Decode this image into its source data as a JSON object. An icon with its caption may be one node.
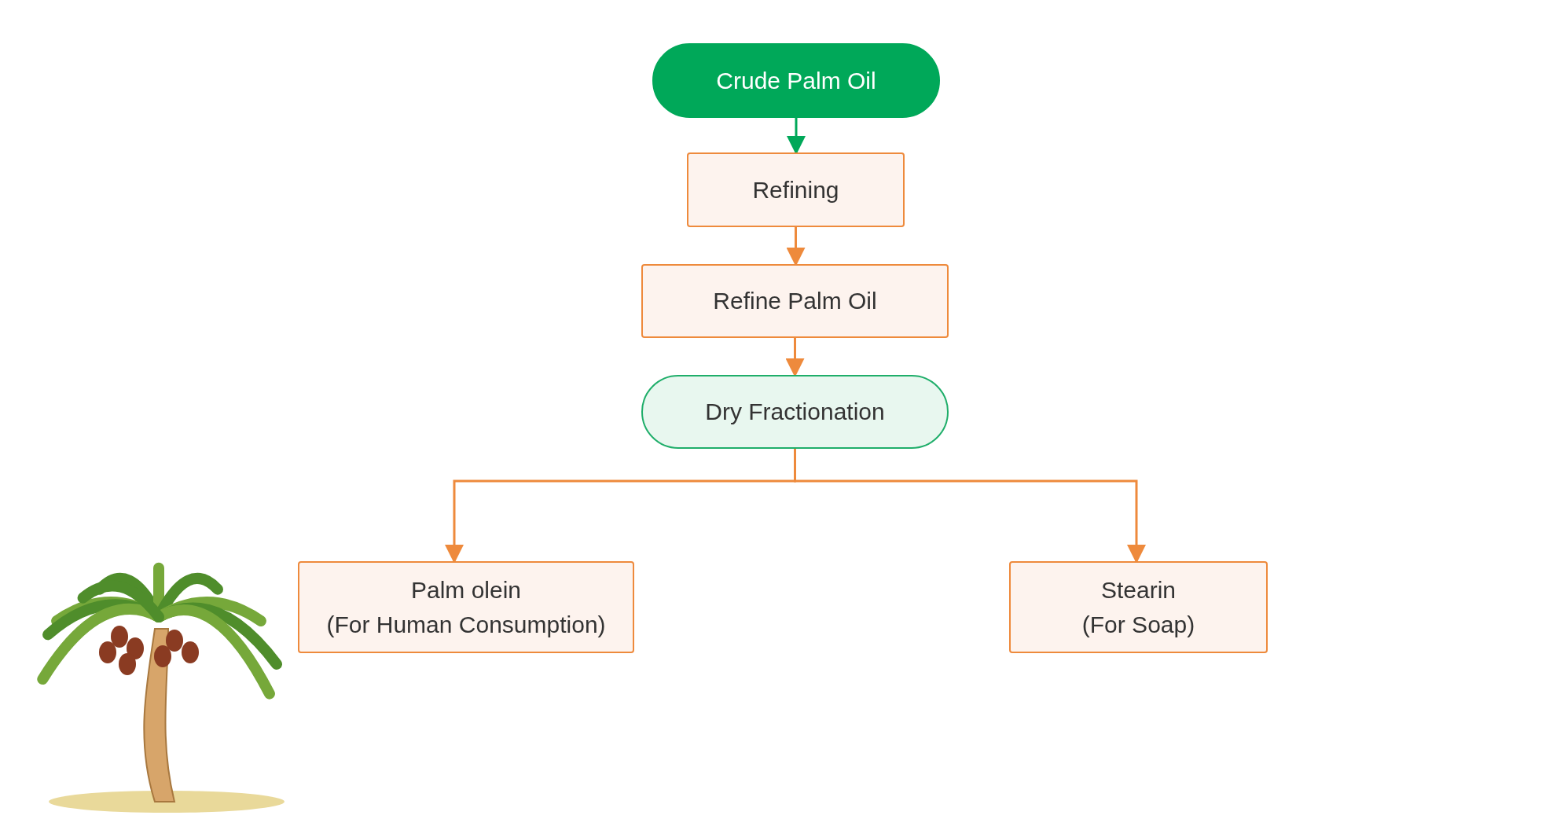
{
  "diagram": {
    "nodes": [
      {
        "text": [
          "Crude Palm Oil"
        ]
      },
      {
        "text": [
          "Refining"
        ]
      },
      {
        "text": [
          "Refine Palm Oil"
        ]
      },
      {
        "text": [
          "Dry Fractionation"
        ]
      },
      {
        "text": [
          "Palm olein",
          "(For Human Consumption)"
        ]
      },
      {
        "text": [
          "Stearin",
          "(For Soap)"
        ]
      }
    ],
    "edges": [
      {
        "from": 0,
        "to": 1,
        "arrow": "to",
        "color": "#00a859"
      },
      {
        "from": 1,
        "to": 2,
        "arrow": "to"
      },
      {
        "from": 2,
        "to": 3,
        "arrow": "to"
      },
      {
        "from": 3,
        "to": 4,
        "arrow": "to"
      },
      {
        "from": 3,
        "to": 5,
        "arrow": "to"
      }
    ]
  }
}
